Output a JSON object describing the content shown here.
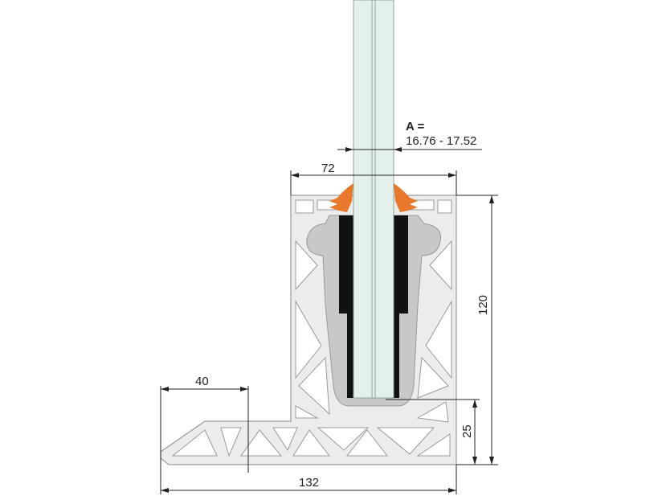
{
  "dimensions": {
    "glass_label": "A =",
    "glass_range": "16.76 - 17.52",
    "top_width": "72",
    "height": "120",
    "inner_height": "25",
    "foot_width": "40",
    "total_width": "132"
  },
  "colors": {
    "aluminium": "#ececec",
    "outline": "#9a9a9a",
    "insert": "#c8c8c8",
    "gasket": "#111111",
    "seal": "#e8782c",
    "glass": "#e4f1ea"
  }
}
